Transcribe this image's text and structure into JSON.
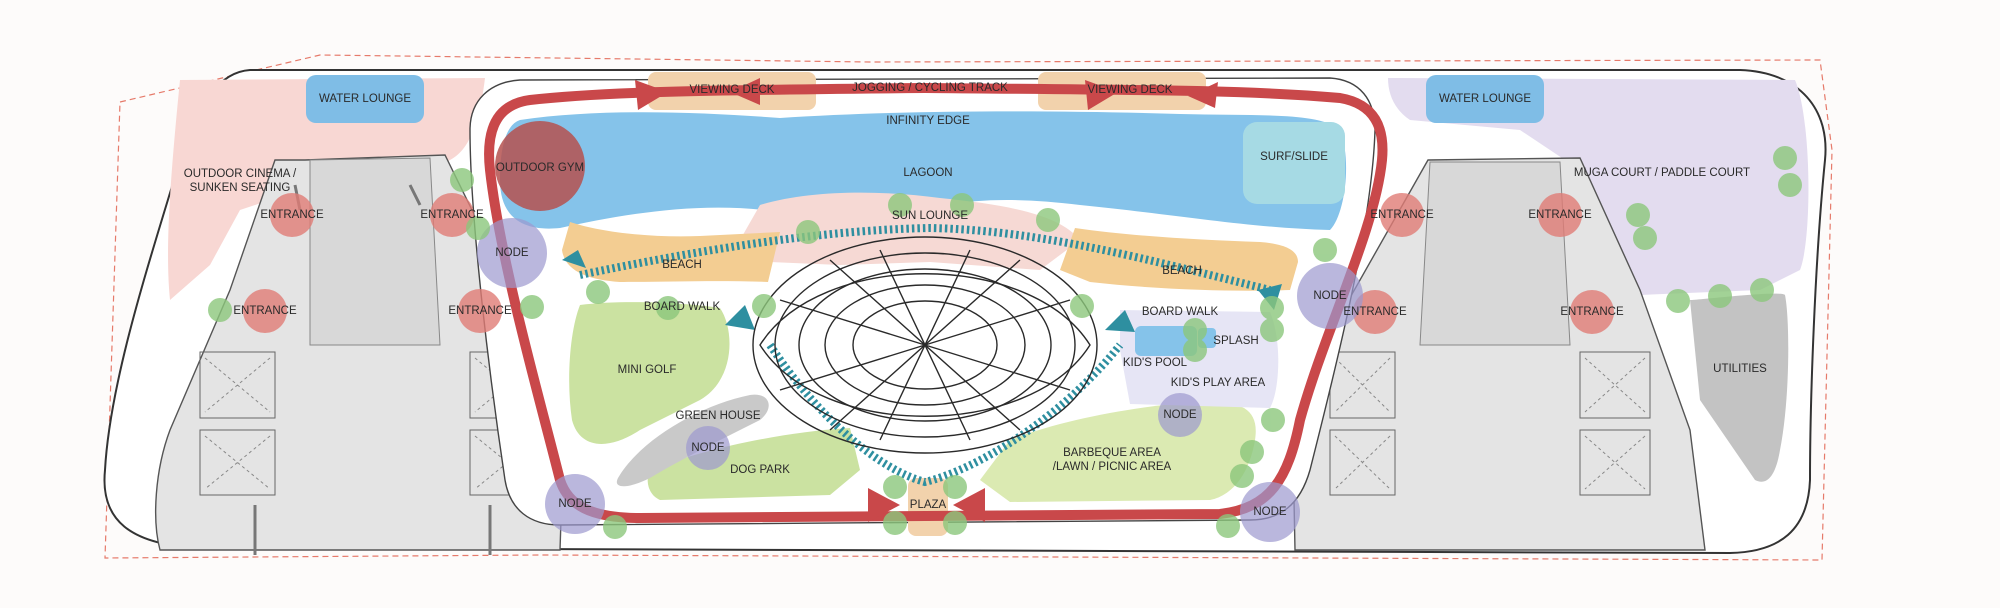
{
  "plan": {
    "labels": {
      "water_lounge_left": "WATER LOUNGE",
      "water_lounge_right": "WATER LOUNGE",
      "viewing_deck_left": "VIEWING DECK",
      "viewing_deck_right": "VIEWING DECK",
      "jogging_track": "JOGGING / CYCLING TRACK",
      "infinity_edge": "INFINITY EDGE",
      "lagoon": "LAGOON",
      "outdoor_gym": "OUTDOOR GYM",
      "surf_slide": "SURF/SLIDE",
      "outdoor_cinema_line1": "OUTDOOR CINEMA /",
      "outdoor_cinema_line2": "SUNKEN SEATING",
      "sun_lounge": "SUN LOUNGE",
      "beach_left": "BEACH",
      "beach_right": "BEACH",
      "board_walk_left": "BOARD WALK",
      "board_walk_right": "BOARD WALK",
      "mini_golf": "MINI GOLF",
      "green_house": "GREEN HOUSE",
      "dog_park": "DOG PARK",
      "plaza": "PLAZA",
      "kids_pool": "KID'S POOL",
      "splash": "SPLASH",
      "kids_play_area": "KID'S PLAY AREA",
      "bbq_line1": "BARBEQUE AREA",
      "bbq_line2": "/LAWN / PICNIC AREA",
      "muga_court": "MUGA COURT / PADDLE COURT",
      "utilities": "UTILITIES"
    },
    "entrances": [
      "ENTRANCE",
      "ENTRANCE",
      "ENTRANCE",
      "ENTRANCE",
      "ENTRANCE",
      "ENTRANCE",
      "ENTRANCE",
      "ENTRANCE"
    ],
    "nodes": [
      "NODE",
      "NODE",
      "NODE",
      "NODE",
      "NODE",
      "NODE"
    ],
    "colors": {
      "track": "#c9484a",
      "lagoon": "#86c3e9",
      "beach": "#f3cd92",
      "lawn": "#cce3a2",
      "entrance": "#e07c76",
      "node": "#9c98cf",
      "tree": "#8cc77c",
      "boardwalk": "#2e8fa0",
      "cinema": "#f8d7d3",
      "muga": "#e3dcef",
      "water_lounge": "#7fbde6",
      "surf": "#a6dae4",
      "gym": "#b5514f",
      "utilities": "#c4c4c4",
      "building": "#e3e3e3"
    }
  }
}
